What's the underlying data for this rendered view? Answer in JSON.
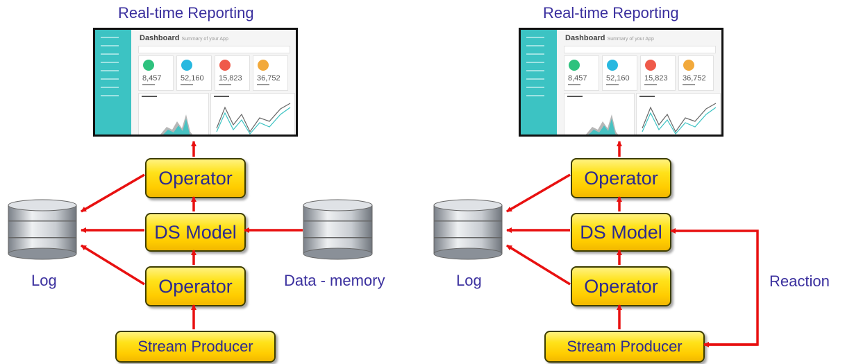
{
  "panels": [
    {
      "title": "Real-time Reporting",
      "boxes": {
        "operator_top": "Operator",
        "ds_model": "DS Model",
        "operator_bottom": "Operator",
        "producer": "Stream Producer"
      },
      "log_label": "Log",
      "memory_label": "Data - memory",
      "dashboard": {
        "title": "Dashboard",
        "subtitle": "Summary of your App",
        "stats": [
          "8,457",
          "52,160",
          "15,823",
          "36,752"
        ]
      }
    },
    {
      "title": "Real-time Reporting",
      "boxes": {
        "operator_top": "Operator",
        "ds_model": "DS Model",
        "operator_bottom": "Operator",
        "producer": "Stream Producer"
      },
      "log_label": "Log",
      "reaction_label": "Reaction",
      "dashboard": {
        "title": "Dashboard",
        "subtitle": "Summary of your App",
        "stats": [
          "8,457",
          "52,160",
          "15,823",
          "36,752"
        ]
      }
    }
  ],
  "colors": {
    "arrow": "#e81010",
    "text": "#3a2f9e",
    "box": "#ffd700",
    "dashboard_sidebar": "#3cc3c3",
    "stat_icons": [
      "#2ec27e",
      "#27b8e0",
      "#ef5a4a",
      "#f2a93b"
    ]
  },
  "icons": {
    "database": "database-cylinder-icon",
    "monitor": "monitor-screenshot"
  }
}
